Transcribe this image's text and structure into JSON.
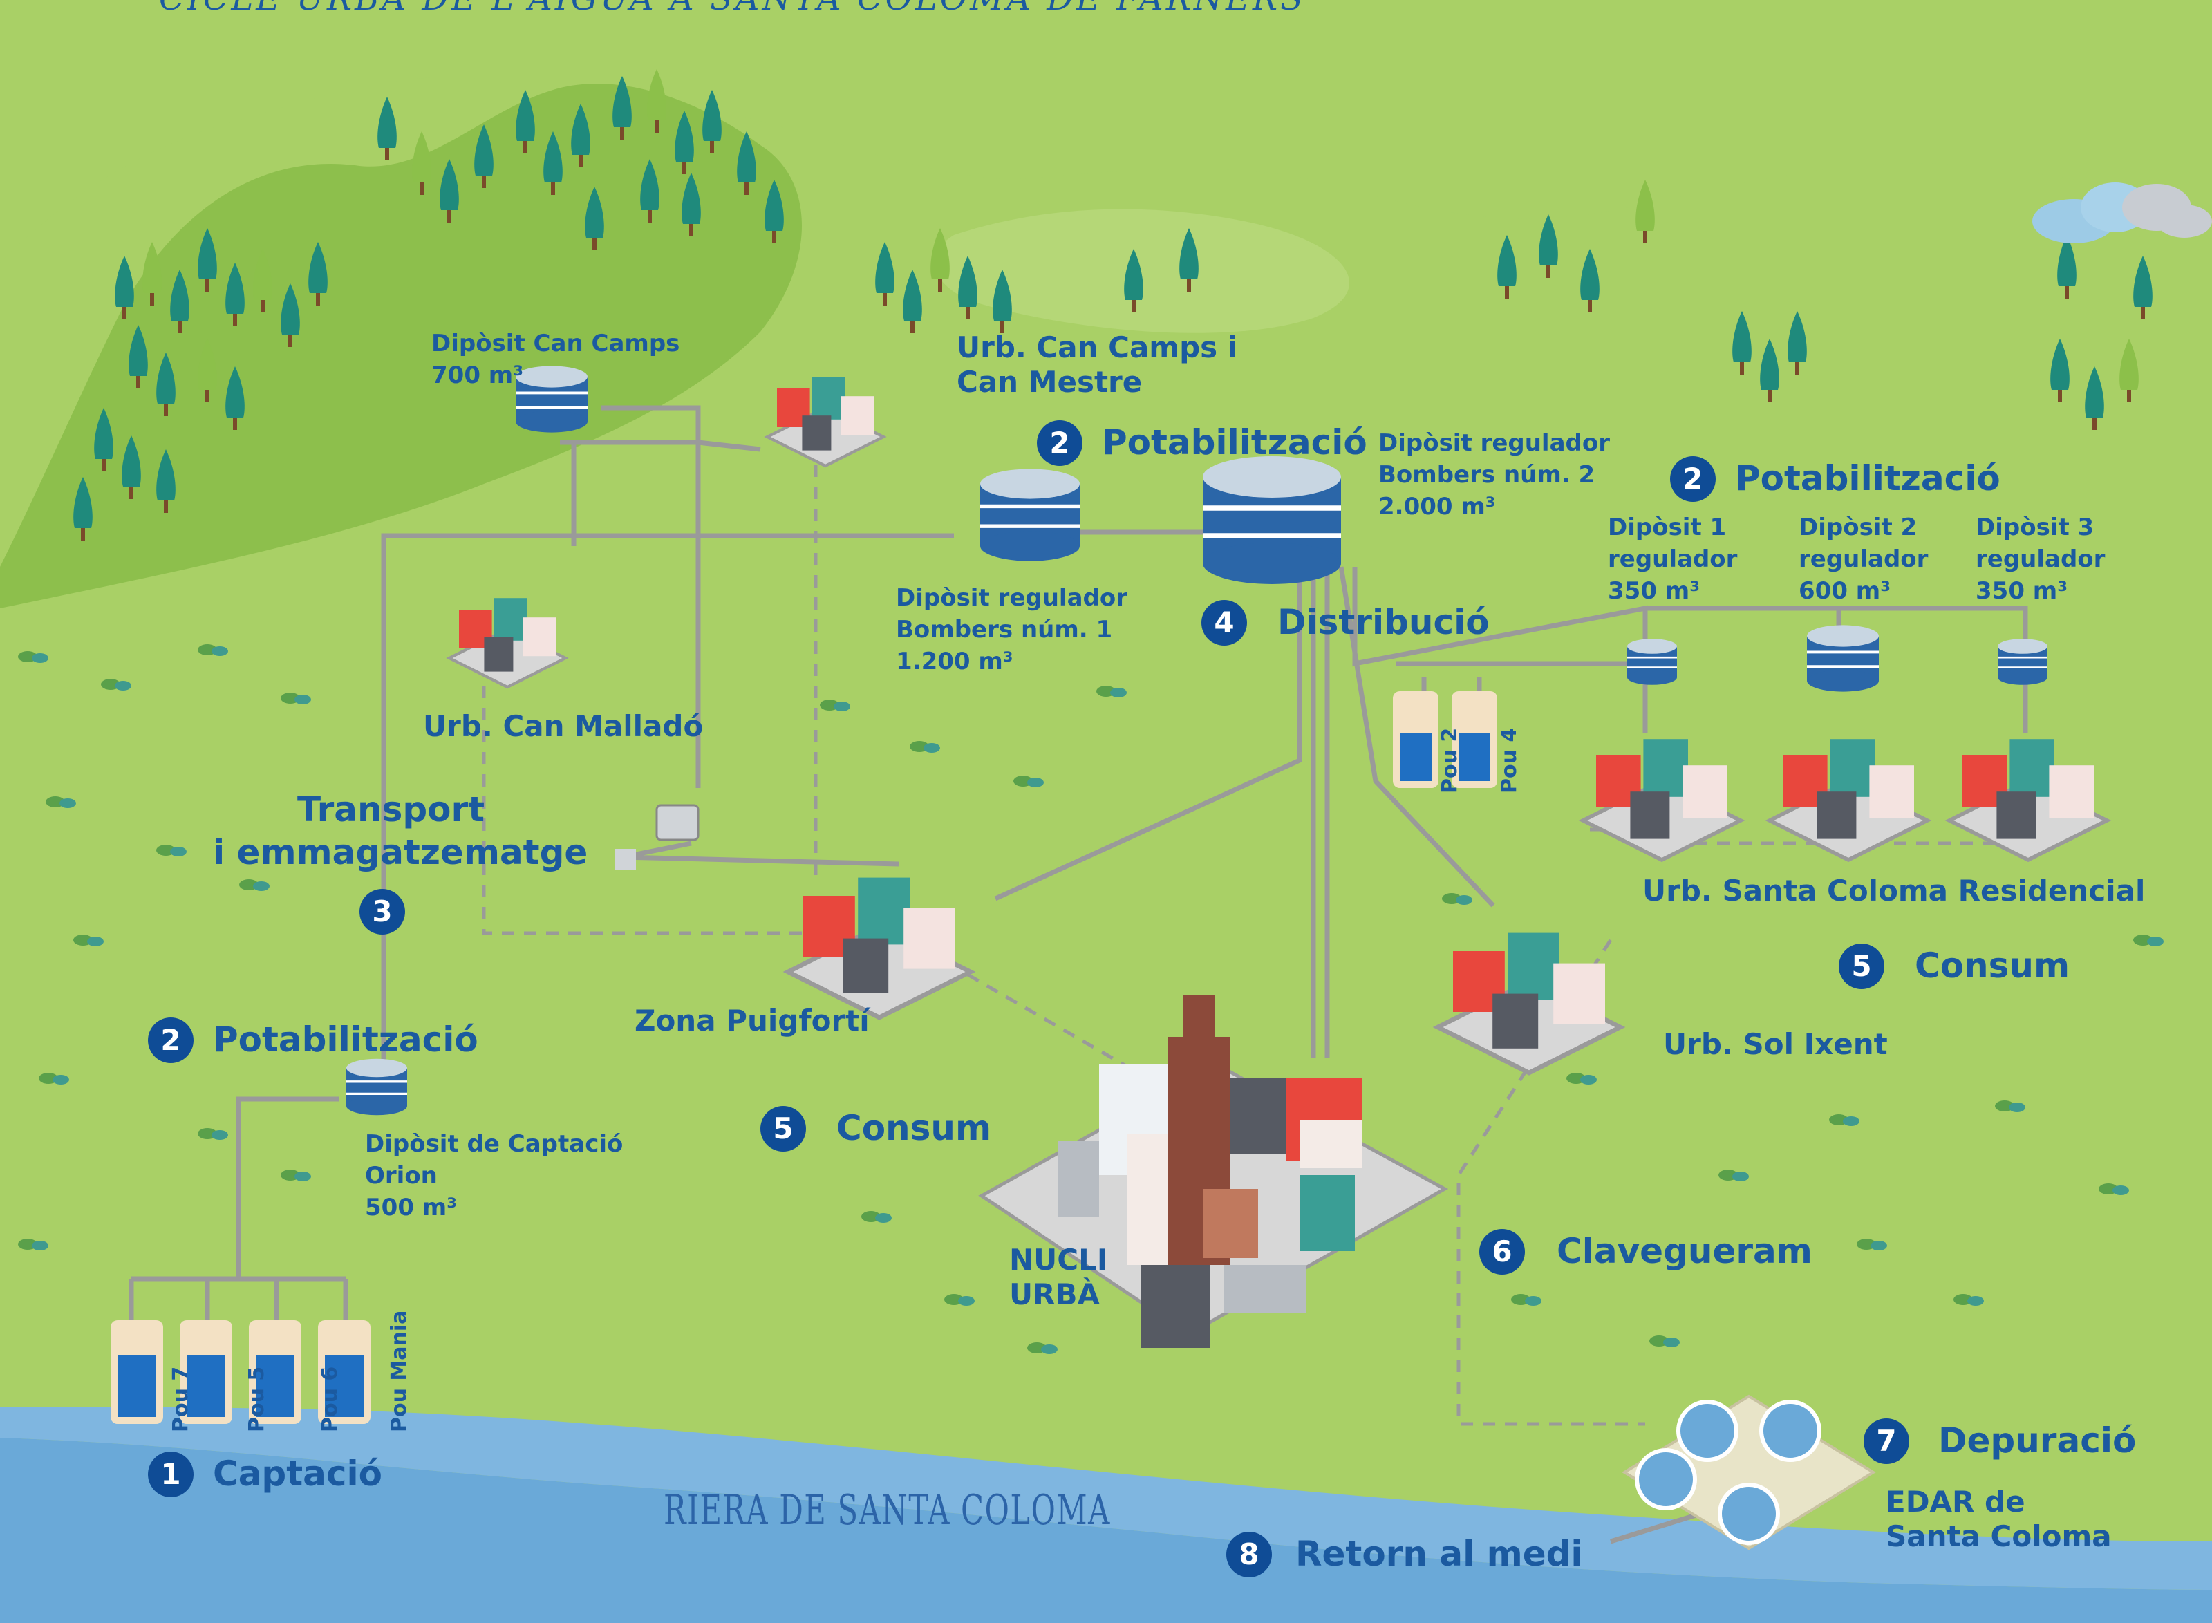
{
  "title": "CICLE URBÀ DE L'AIGUA A SANTA COLOMA DE FARNERS",
  "river_label": "RIERA DE SANTA COLOMA",
  "stages": {
    "captacio": {
      "num": "1",
      "label": "Captació"
    },
    "potab_left": {
      "num": "2",
      "label": "Potabilització"
    },
    "potab_center": {
      "num": "2",
      "label": "Potabilització"
    },
    "potab_right": {
      "num": "2",
      "label": "Potabilització"
    },
    "transport": {
      "num": "3",
      "line1": "Transport",
      "line2": "i emmagatzematge"
    },
    "distribucio": {
      "num": "4",
      "label": "Distribució"
    },
    "consum_center": {
      "num": "5",
      "label": "Consum"
    },
    "consum_right": {
      "num": "5",
      "label": "Consum"
    },
    "clavegueram": {
      "num": "6",
      "label": "Clavegueram"
    },
    "depuracio": {
      "num": "7",
      "label": "Depuració"
    },
    "retorn": {
      "num": "8",
      "label": "Retorn al medi"
    }
  },
  "tanks": {
    "can_camps": {
      "line1": "Dipòsit Can Camps",
      "line2": "700 m³"
    },
    "bombers1": {
      "line1": "Dipòsit regulador",
      "line2": "Bombers núm. 1",
      "line3": "1.200 m³"
    },
    "bombers2": {
      "line1": "Dipòsit regulador",
      "line2": "Bombers núm. 2",
      "line3": "2.000 m³"
    },
    "reg1": {
      "line1": "Dipòsit 1",
      "line2": "regulador",
      "line3": "350 m³"
    },
    "reg2": {
      "line1": "Dipòsit 2",
      "line2": "regulador",
      "line3": "600 m³"
    },
    "reg3": {
      "line1": "Dipòsit 3",
      "line2": "regulador",
      "line3": "350 m³"
    },
    "orion": {
      "line1": "Dipòsit de Captació",
      "line2": "Orion",
      "line3": "500 m³"
    }
  },
  "places": {
    "can_camps_mestre": {
      "line1": "Urb. Can Camps i",
      "line2": "Can Mestre"
    },
    "can mallado": "Urb. Can Malladó",
    "puigforti": "Zona Puigfortí",
    "nucli": {
      "line1": "NUCLI",
      "line2": "URBÀ"
    },
    "sc_residencial": "Urb. Santa Coloma Residencial",
    "sol_ixent": "Urb. Sol Ixent",
    "edar": {
      "line1": "EDAR de",
      "line2": "Santa Coloma"
    }
  },
  "wells": [
    "Pou 7",
    "Pou 5",
    "Pou 6",
    "Pou Mania"
  ],
  "wells_right": [
    "Pou 2",
    "Pou 4"
  ],
  "colors": {
    "grass": "#a9d066",
    "hill": "#8dbf4c",
    "river": "#6aa9d8",
    "pipe": "#9a9a9a",
    "badge": "#0f4c96",
    "label": "#1b5aa0"
  }
}
